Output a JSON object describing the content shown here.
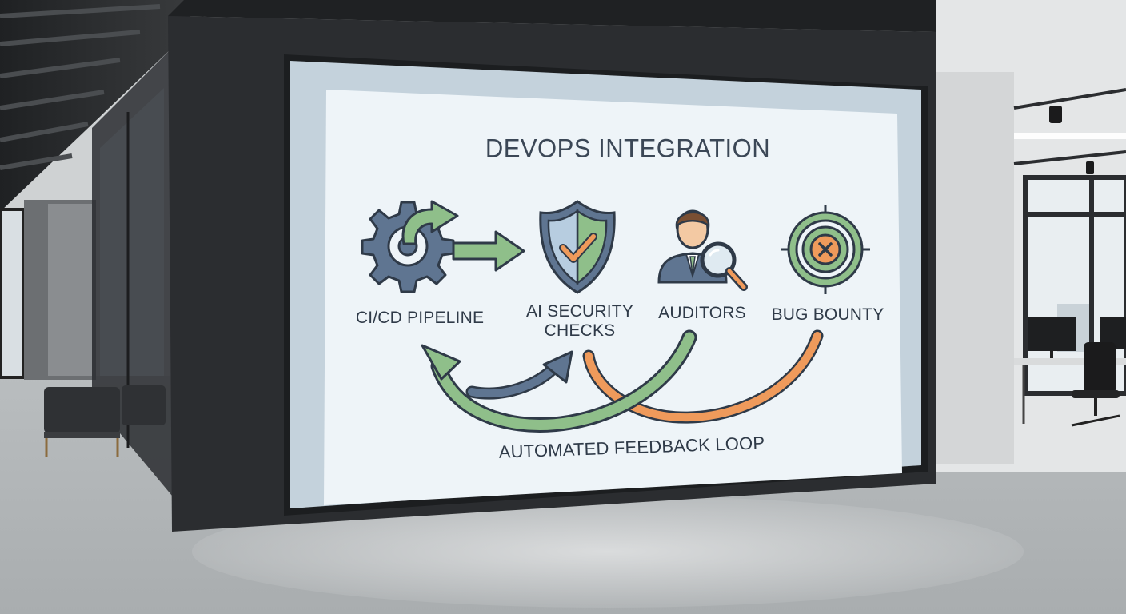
{
  "screen": {
    "title": "DEVOPS INTEGRATION",
    "feedback_label": "AUTOMATED FEEDBACK LOOP"
  },
  "steps": [
    {
      "label": "CI/CD PIPELINE",
      "icon": "gear-icon"
    },
    {
      "label": "AI SECURITY\nCHECKS",
      "icon": "shield-check-icon"
    },
    {
      "label": "AUDITORS",
      "icon": "auditor-magnifier-icon"
    },
    {
      "label": "BUG BOUNTY",
      "icon": "target-icon"
    }
  ],
  "colors": {
    "green": "#8fbf8a",
    "orange": "#ef9a5b",
    "slate": "#5f7591",
    "outline": "#2f3a48",
    "wall": "#2b2d30",
    "screen_bg": "#eef4f8"
  }
}
